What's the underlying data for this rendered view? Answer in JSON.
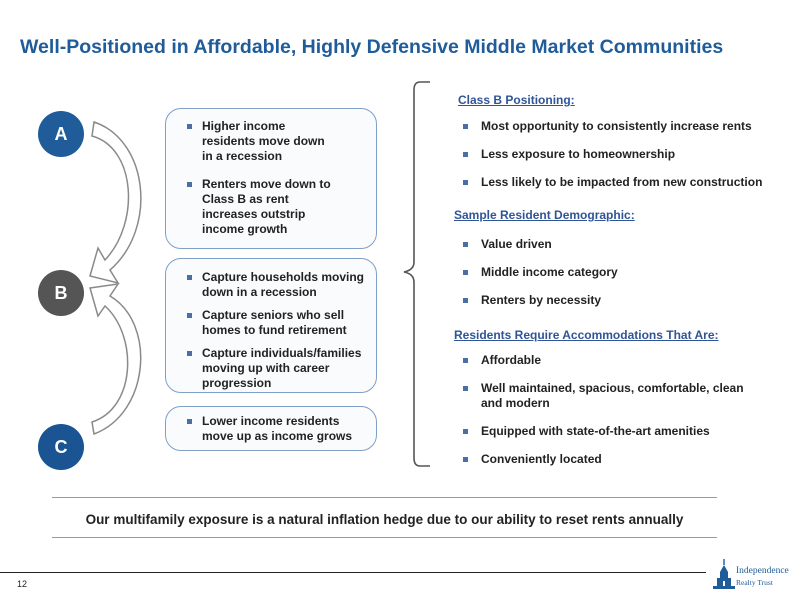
{
  "title": "Well-Positioned in Affordable, Highly Defensive Middle Market Communities",
  "circles": {
    "a": "A",
    "b": "B",
    "c": "C"
  },
  "colors": {
    "title": "#1f5c99",
    "circle_a": "#1f5c99",
    "circle_b": "#555555",
    "circle_c": "#1a5493",
    "accent": "#2f5597"
  },
  "boxes": {
    "top": [
      "Higher income residents move down in a recession",
      "Renters move down to Class B as rent increases outstrip income growth"
    ],
    "middle": [
      "Capture households moving down in a recession",
      "Capture seniors who sell homes to fund retirement",
      "Capture individuals/families moving up with career progression"
    ],
    "bottom": [
      "Lower income residents move up as income grows"
    ]
  },
  "sections": {
    "class_b": {
      "heading": "Class B Positioning:",
      "items": [
        "Most opportunity to consistently increase rents",
        "Less exposure to homeownership",
        "Less likely to be impacted from new construction"
      ]
    },
    "demographic": {
      "heading": "Sample Resident Demographic:",
      "items": [
        "Value driven",
        "Middle income category",
        "Renters by necessity"
      ]
    },
    "accommodations": {
      "heading": "Residents Require Accommodations That Are:",
      "items": [
        "Affordable",
        "Well maintained, spacious, comfortable, clean and modern",
        "Equipped with state-of-the-art amenities",
        "Conveniently located"
      ]
    }
  },
  "footer": {
    "statement": "Our multifamily exposure is a natural inflation hedge due to our ability to reset rents annually",
    "page_number": "12"
  },
  "logo": {
    "line1": "Independence",
    "line2": "Realty Trust",
    "icon": "independence-hall-icon"
  }
}
